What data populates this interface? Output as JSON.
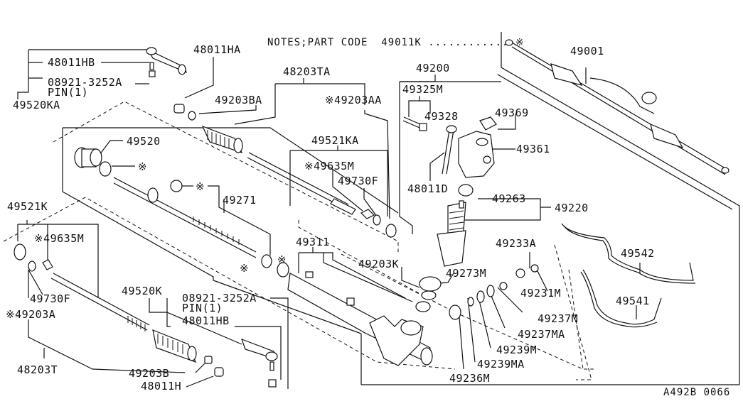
{
  "diagram": {
    "title": "Power Steering Gear Exploded View",
    "note": "NOTES;PART CODE  49011K ............ ※",
    "figure_code": "A492B 0066",
    "labels": {
      "p48011HB_top": "48011HB",
      "p08921_top": "08921-3252A",
      "pin_top": "PIN(1)",
      "p49520KA": "49520KA",
      "p48011HA": "48011HA",
      "p48203TA": "48203TA",
      "p49203BA": "49203BA",
      "p49203AA": "※49203AA",
      "p49200": "49200",
      "p49325M": "49325M",
      "p49328": "49328",
      "p49369": "49369",
      "p49361": "49361",
      "p48011D": "48011D",
      "p49263": "49263",
      "p49220": "49220",
      "p49001": "49001",
      "p49520": "49520",
      "star1": "※",
      "star2": "※",
      "p49271": "49271",
      "p49521KA": "49521KA",
      "p49635M_r": "※49635M",
      "p49730F_r": "49730F",
      "p49521K": "49521K",
      "p49635M_l": "※49635M",
      "p49730F_l": "49730F",
      "p49203A": "※49203A",
      "p48203T": "48203T",
      "star3": "※",
      "star4": "※",
      "p49311": "49311",
      "p49203K": "49203K",
      "p49273M": "49273M",
      "p49233A": "49233A",
      "p49231M": "49231M",
      "p49542": "49542",
      "p49541": "49541",
      "p49237M": "49237M",
      "p49237MA": "49237MA",
      "p49239M": "49239M",
      "p49239MA": "49239MA",
      "p49236M": "49236M",
      "p49520K": "49520K",
      "p08921_bot": "08921-3252A",
      "pin_bot": "PIN(1)",
      "p48011HB_bot": "48011HB",
      "p49203B": "49203B",
      "p48011H": "48011H"
    }
  }
}
